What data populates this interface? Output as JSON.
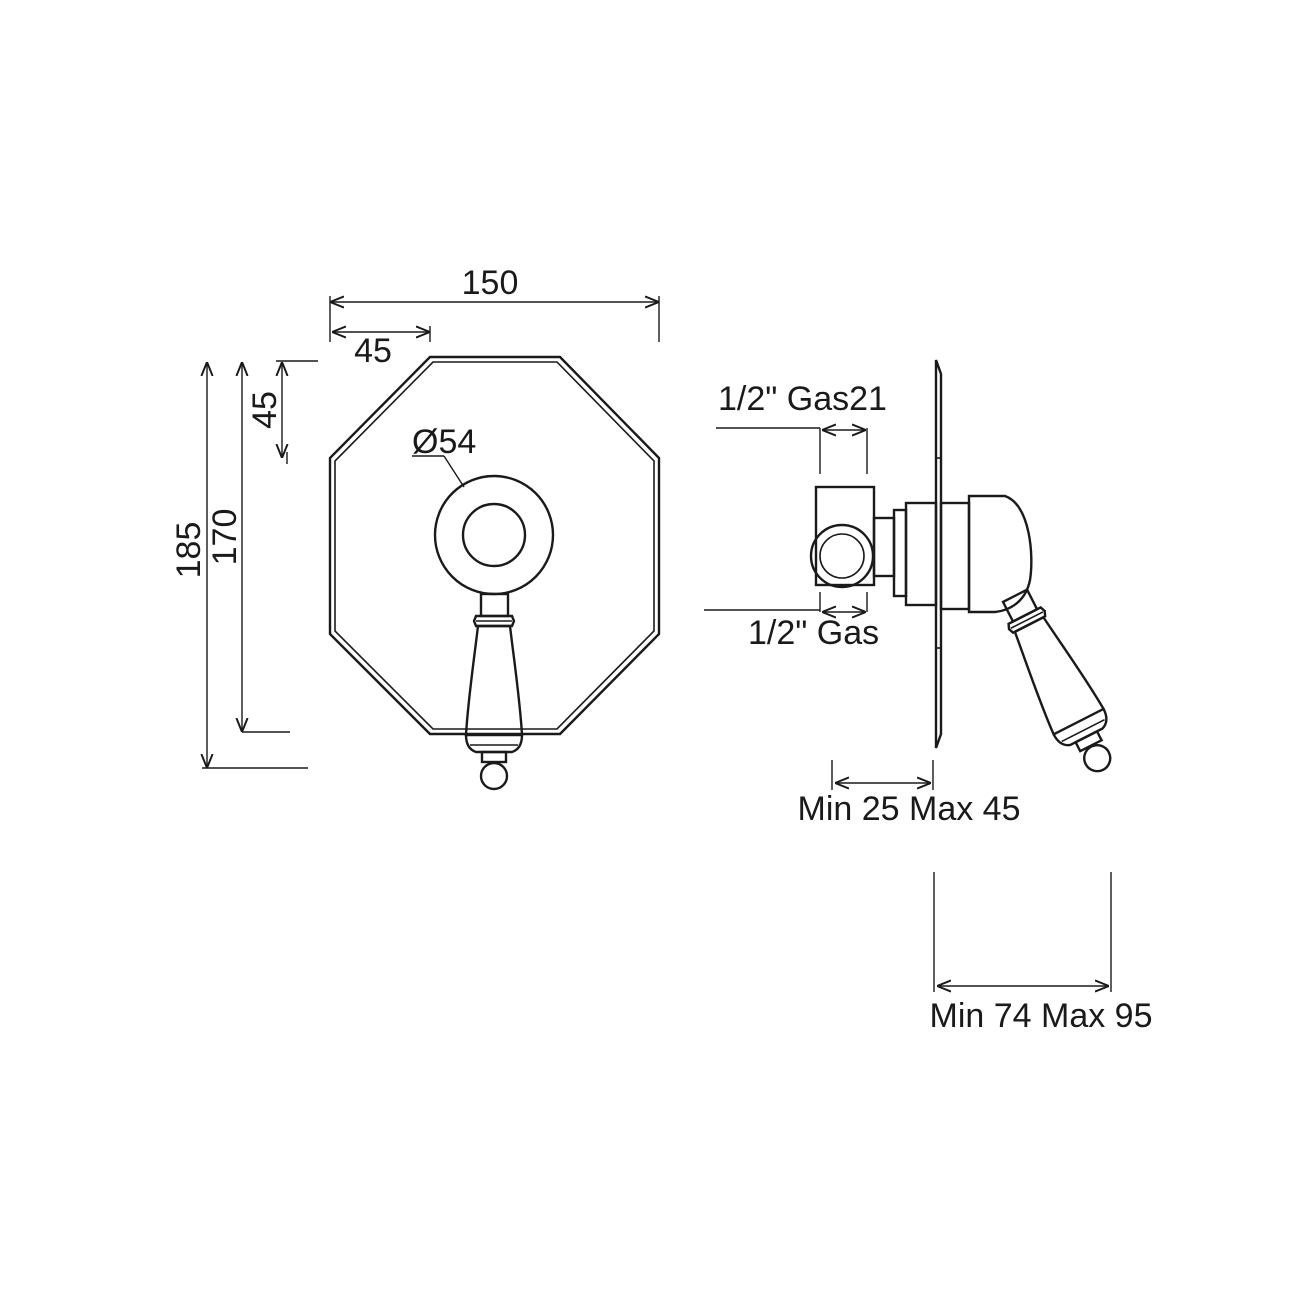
{
  "dimensions": {
    "width_150": "150",
    "offset_45_h": "45",
    "offset_45_v": "45",
    "height_170": "170",
    "height_185": "185",
    "diameter": "Ø54",
    "inlet_top": "1/2\" Gas21",
    "inlet_bottom": "1/2\" Gas",
    "depth_range_1": "Min 25 Max 45",
    "depth_range_2": "Min 74 Max 95"
  },
  "colors": {
    "line": "#1a1a1a",
    "background": "#ffffff"
  }
}
